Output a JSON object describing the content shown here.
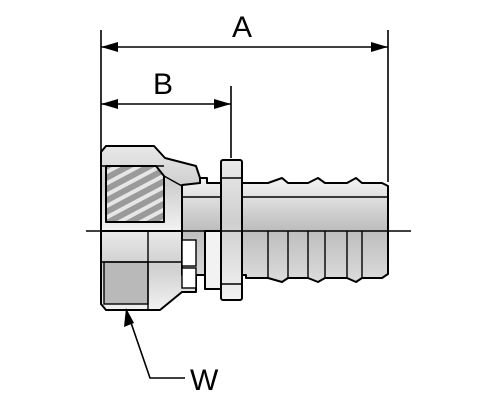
{
  "diagram": {
    "dimension_labels": {
      "overall_length": "A",
      "insertion_length": "B",
      "hex_wrench_flat": "W"
    }
  }
}
